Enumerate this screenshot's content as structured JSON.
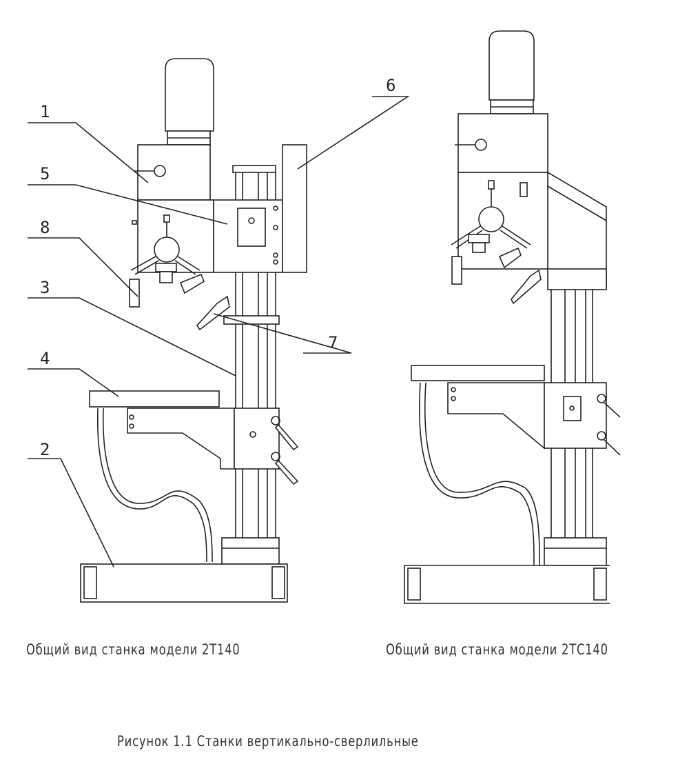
{
  "callouts": [
    "1",
    "2",
    "3",
    "4",
    "5",
    "6",
    "7",
    "8"
  ],
  "captions": {
    "left": "Общий вид станка модели 2Т140",
    "right": "Общий вид станка модели 2ТС140",
    "figure": "Рисунок 1.1 Станки вертикально-сверлильные"
  }
}
